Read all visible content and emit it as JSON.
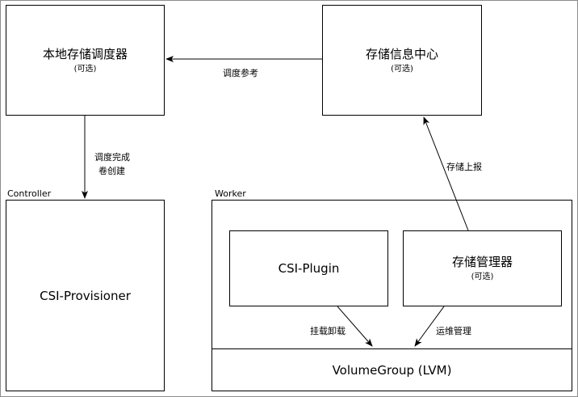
{
  "nodes": {
    "local_scheduler": {
      "title": "本地存储调度器",
      "subtitle": "(可选)"
    },
    "storage_info_center": {
      "title": "存储信息中心",
      "subtitle": "(可选)"
    },
    "csi_provisioner": {
      "title": "CSI-Provisioner"
    },
    "csi_plugin": {
      "title": "CSI-Plugin"
    },
    "storage_manager": {
      "title": "存储管理器",
      "subtitle": "(可选)"
    },
    "volume_group": {
      "title": "VolumeGroup (LVM)"
    }
  },
  "groups": {
    "controller": {
      "label": "Controller"
    },
    "worker": {
      "label": "Worker"
    }
  },
  "edges": {
    "schedule_ref": {
      "label": "调度参考"
    },
    "schedule_done_line1": {
      "label": "调度完成"
    },
    "schedule_done_line2": {
      "label": "卷创建"
    },
    "storage_report": {
      "label": "存储上报"
    },
    "mount_unmount": {
      "label": "挂载卸载"
    },
    "ops_manage": {
      "label": "运维管理"
    }
  },
  "colors": {
    "stroke": "#000000",
    "frame": "#8c8c8c",
    "background": "#ffffff"
  }
}
